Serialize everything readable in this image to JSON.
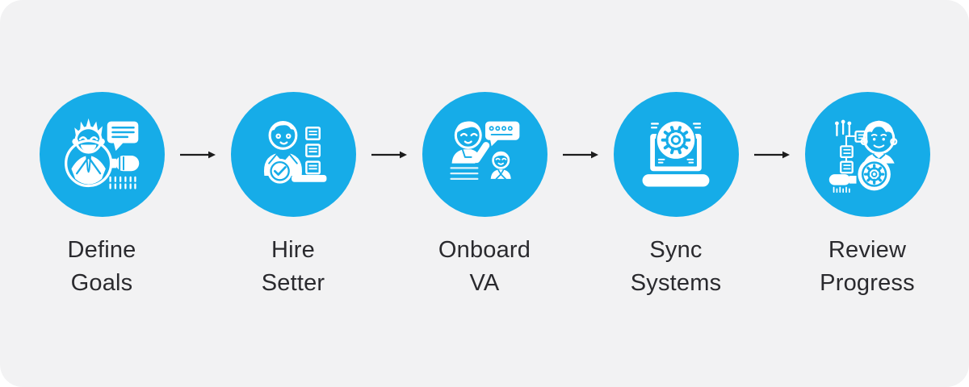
{
  "page": {
    "background": "#ffffff",
    "panel_background": "#f2f2f3"
  },
  "flow": {
    "accent_color": "#16ace8",
    "icon_color": "#ffffff",
    "label_color": "#2a2a2e",
    "arrow_color": "#1c1c1c",
    "connector_icon": "right-arrow-icon",
    "steps": [
      {
        "id": "define-goals",
        "label_line1": "Define",
        "label_line2": "Goals",
        "icon": "person-magnifier-chat-icon"
      },
      {
        "id": "hire-setter",
        "label_line1": "Hire",
        "label_line2": "Setter",
        "icon": "candidate-check-documents-icon"
      },
      {
        "id": "onboard-va",
        "label_line1": "Onboard",
        "label_line2": "VA",
        "icon": "waving-person-chat-icon"
      },
      {
        "id": "sync-systems",
        "label_line1": "Sync",
        "label_line2": "Systems",
        "icon": "laptop-gear-icon"
      },
      {
        "id": "review-progress",
        "label_line1": "Review",
        "label_line2": "Progress",
        "icon": "person-gear-magnifier-icon"
      }
    ]
  }
}
